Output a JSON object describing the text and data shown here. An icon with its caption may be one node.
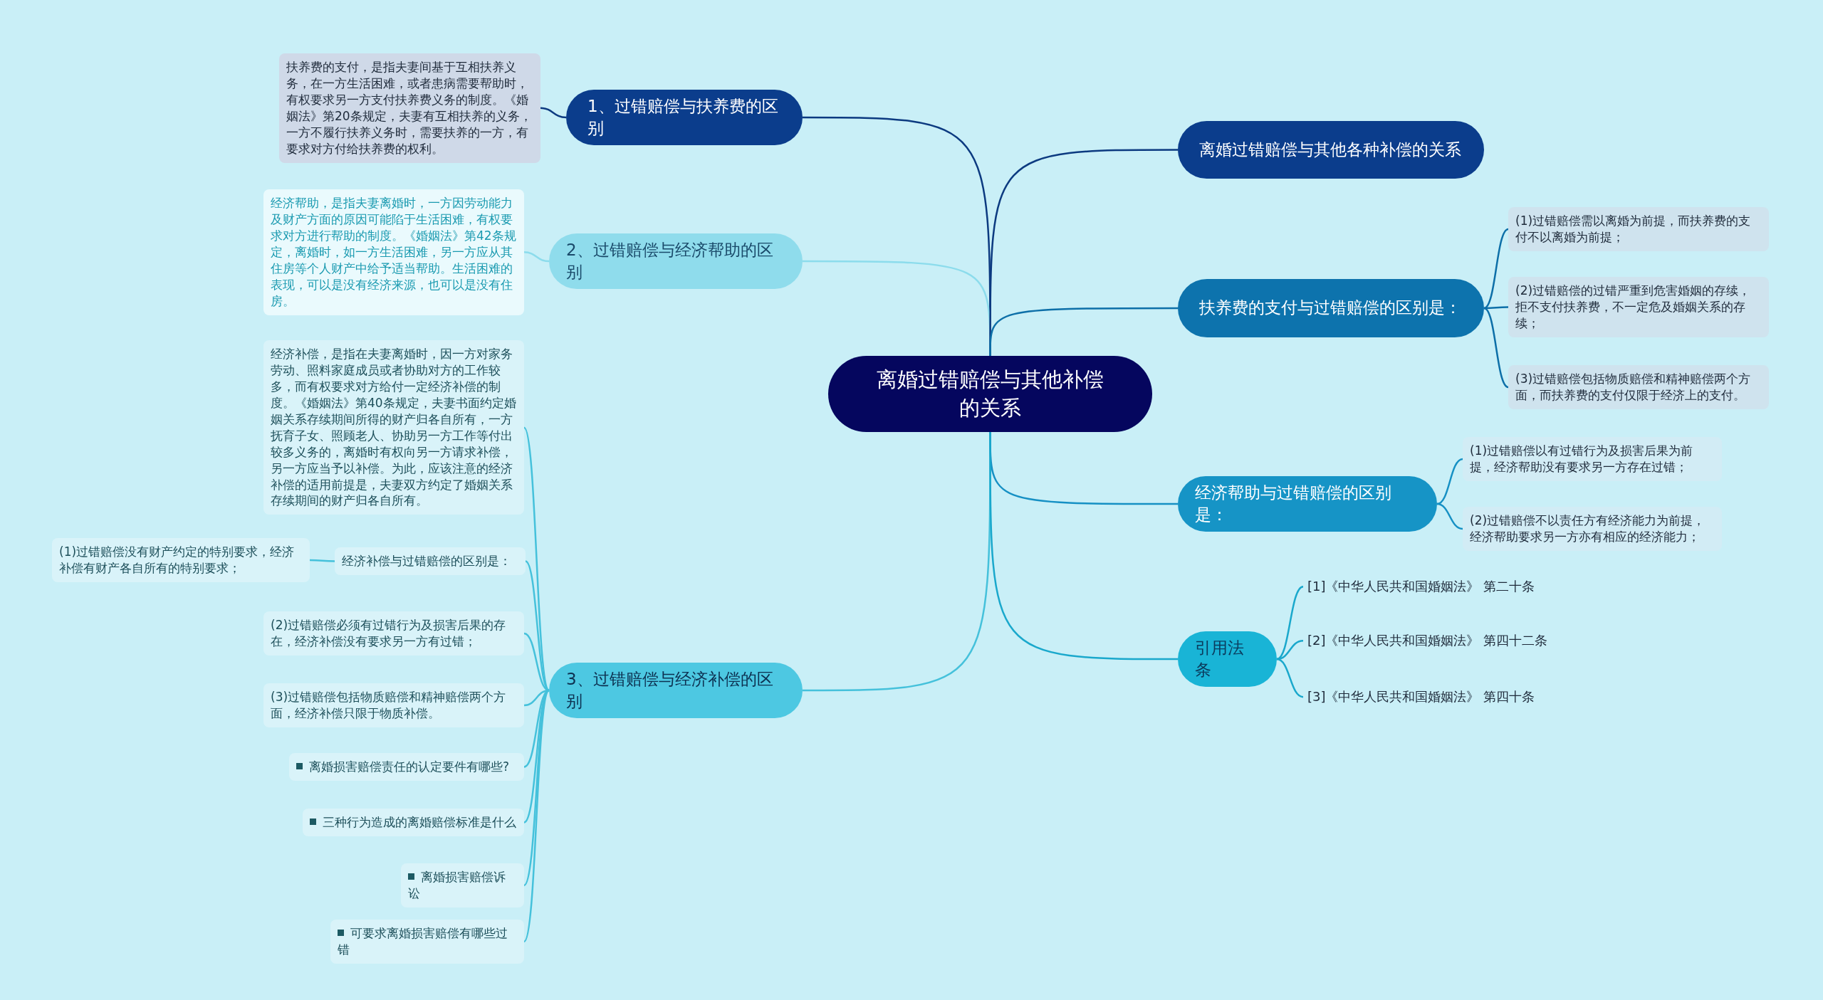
{
  "diagram": {
    "nodes": [
      {
        "text": [
          "离婚过错赔偿与其他补偿的关系"
        ]
      },
      {
        "text": [
          "1、过错赔偿与扶养费的区别"
        ]
      },
      {
        "text": [
          "扶养费的支付，是指夫妻间基于互相扶养义务，在一方生活困难，或者患病需要帮助时，有权要求另一方支付扶养费义务的制度。《婚姻法》第20条规定，夫妻有互相扶养的义务，一方不履行扶养义务时，需要扶养的一方，有要求对方付给扶养费的权利。"
        ]
      },
      {
        "text": [
          "2、过错赔偿与经济帮助的区别"
        ]
      },
      {
        "text": [
          "经济帮助，是指夫妻离婚时，一方因劳动能力及财产方面的原因可能陷于生活困难，有权要求对方进行帮助的制度。《婚姻法》第42条规定，离婚时，如一方生活困难，另一方应从其住房等个人财产中给予适当帮助。生活困难的表现，可以是没有经济来源，也可以是没有住房。"
        ]
      },
      {
        "text": [
          "3、过错赔偿与经济补偿的区别"
        ]
      },
      {
        "text": [
          "经济补偿，是指在夫妻离婚时，因一方对家务劳动、照料家庭成员或者协助对方的工作较多，而有权要求对方给付一定经济补偿的制度。《婚姻法》第40条规定，夫妻书面约定婚姻关系存续期间所得的财产归各自所有，一方抚育子女、照顾老人、协助另一方工作等付出较多义务的，离婚时有权向另一方请求补偿，另一方应当予以补偿。为此，应该注意的经济补偿的适用前提是，夫妻双方约定了婚姻关系存续期间的财产归各自所有。"
        ]
      },
      {
        "text": [
          "经济补偿与过错赔偿的区别是："
        ]
      },
      {
        "text": [
          "(1)过错赔偿没有财产约定的特别要求，经济补偿有财产各自所有的特别要求；"
        ]
      },
      {
        "text": [
          "(2)过错赔偿必须有过错行为及损害后果的存在，经济补偿没有要求另一方有过错；"
        ]
      },
      {
        "text": [
          "(3)过错赔偿包括物质赔偿和精神赔偿两个方面，经济补偿只限于物质补偿。"
        ]
      },
      {
        "text": [
          "离婚损害赔偿责任的认定要件有哪些?"
        ]
      },
      {
        "text": [
          "三种行为造成的离婚赔偿标准是什么"
        ]
      },
      {
        "text": [
          "离婚损害赔偿诉讼"
        ]
      },
      {
        "text": [
          "可要求离婚损害赔偿有哪些过错"
        ]
      },
      {
        "text": [
          "离婚过错赔偿与其他各种补偿的关系"
        ]
      },
      {
        "text": [
          "扶养费的支付与过错赔偿的区别是："
        ]
      },
      {
        "text": [
          "(1)过错赔偿需以离婚为前提，而扶养费的支付不以离婚为前提；"
        ]
      },
      {
        "text": [
          "(2)过错赔偿的过错严重到危害婚姻的存续，拒不支付扶养费，不一定危及婚姻关系的存续；"
        ]
      },
      {
        "text": [
          "(3)过错赔偿包括物质赔偿和精神赔偿两个方面，而扶养费的支付仅限于经济上的支付。"
        ]
      },
      {
        "text": [
          "经济帮助与过错赔偿的区别是："
        ]
      },
      {
        "text": [
          "(1)过错赔偿以有过错行为及损害后果为前提，经济帮助没有要求另一方存在过错；"
        ]
      },
      {
        "text": [
          "(2)过错赔偿不以责任方有经济能力为前提，经济帮助要求另一方亦有相应的经济能力；"
        ]
      },
      {
        "text": [
          "引用法条"
        ]
      },
      {
        "text": [
          "[1]《中华人民共和国婚姻法》 第二十条"
        ]
      },
      {
        "text": [
          "[2]《中华人民共和国婚姻法》 第四十二条"
        ]
      },
      {
        "text": [
          "[3]《中华人民共和国婚姻法》 第四十条"
        ]
      }
    ],
    "edges": [
      {
        "from": 0,
        "to": 1,
        "arrow": "none",
        "color": "#0c3a80"
      },
      {
        "from": 1,
        "to": 2,
        "arrow": "none",
        "color": "#0c3a80"
      },
      {
        "from": 0,
        "to": 3,
        "arrow": "none",
        "color": "#8cdcec"
      },
      {
        "from": 3,
        "to": 4,
        "arrow": "none",
        "color": "#8cdcec"
      },
      {
        "from": 0,
        "to": 5,
        "arrow": "none",
        "color": "#45c1db"
      },
      {
        "from": 5,
        "to": 6,
        "arrow": "none",
        "color": "#45c1db"
      },
      {
        "from": 5,
        "to": 7,
        "arrow": "none",
        "color": "#45c1db"
      },
      {
        "from": 7,
        "to": 8,
        "arrow": "none",
        "color": "#45c1db"
      },
      {
        "from": 5,
        "to": 9,
        "arrow": "none",
        "color": "#45c1db"
      },
      {
        "from": 5,
        "to": 10,
        "arrow": "none",
        "color": "#45c1db"
      },
      {
        "from": 5,
        "to": 11,
        "arrow": "none",
        "color": "#45c1db"
      },
      {
        "from": 5,
        "to": 12,
        "arrow": "none",
        "color": "#45c1db"
      },
      {
        "from": 5,
        "to": 13,
        "arrow": "none",
        "color": "#45c1db"
      },
      {
        "from": 5,
        "to": 14,
        "arrow": "none",
        "color": "#45c1db"
      },
      {
        "from": 0,
        "to": 15,
        "arrow": "none",
        "color": "#0c3a80"
      },
      {
        "from": 0,
        "to": 16,
        "arrow": "none",
        "color": "#0d6fa8"
      },
      {
        "from": 16,
        "to": 17,
        "arrow": "none",
        "color": "#0d6fa8"
      },
      {
        "from": 16,
        "to": 18,
        "arrow": "none",
        "color": "#0d6fa8"
      },
      {
        "from": 16,
        "to": 19,
        "arrow": "none",
        "color": "#0d6fa8"
      },
      {
        "from": 0,
        "to": 20,
        "arrow": "none",
        "color": "#1690c4"
      },
      {
        "from": 20,
        "to": 21,
        "arrow": "none",
        "color": "#1690c4"
      },
      {
        "from": 20,
        "to": 22,
        "arrow": "none",
        "color": "#1690c4"
      },
      {
        "from": 0,
        "to": 23,
        "arrow": "none",
        "color": "#1aa8cc"
      },
      {
        "from": 23,
        "to": 24,
        "arrow": "none",
        "color": "#1aa8cc"
      },
      {
        "from": 23,
        "to": 25,
        "arrow": "none",
        "color": "#1aa8cc"
      },
      {
        "from": 23,
        "to": 26,
        "arrow": "none",
        "color": "#1aa8cc"
      }
    ]
  }
}
